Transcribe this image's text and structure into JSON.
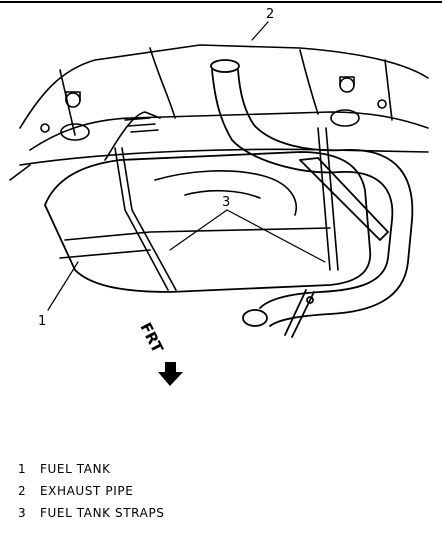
{
  "callouts": {
    "c1": "1",
    "c2": "2",
    "c3": "3"
  },
  "direction_label": "FRT",
  "legend": [
    {
      "num": "1",
      "label": "FUEL TANK"
    },
    {
      "num": "2",
      "label": "EXHAUST PIPE"
    },
    {
      "num": "3",
      "label": "FUEL TANK STRAPS"
    }
  ]
}
